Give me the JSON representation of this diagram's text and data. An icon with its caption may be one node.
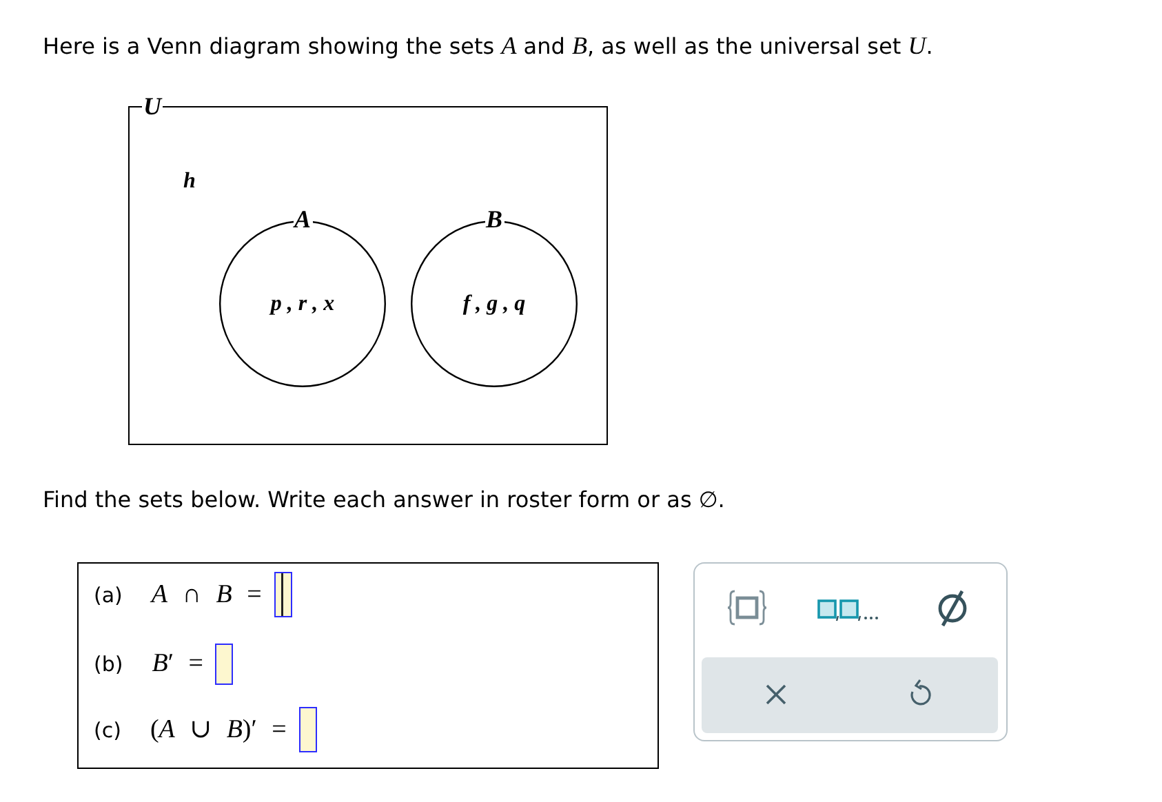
{
  "diagram": {
    "title": "Here is a Venn diagram showing the sets *A* and *B*, as well as the universal set *U*.",
    "nodes": [
      {
        "text": [
          "U",
          "h"
        ]
      },
      {
        "text": [
          "A",
          "p , r , x"
        ],
        "in": 0
      },
      {
        "text": [
          "B",
          "f , g , q"
        ],
        "in": 0
      },
      {
        "text": [
          "(a)",
          "*A* ∩ *B* =",
          "(b)",
          "*B*′ =",
          "(c)",
          "(*A* ∪ *B*)′ ="
        ]
      }
    ],
    "labels": [
      "Find the sets below. Write each answer in roster form or as ∅."
    ]
  }
}
